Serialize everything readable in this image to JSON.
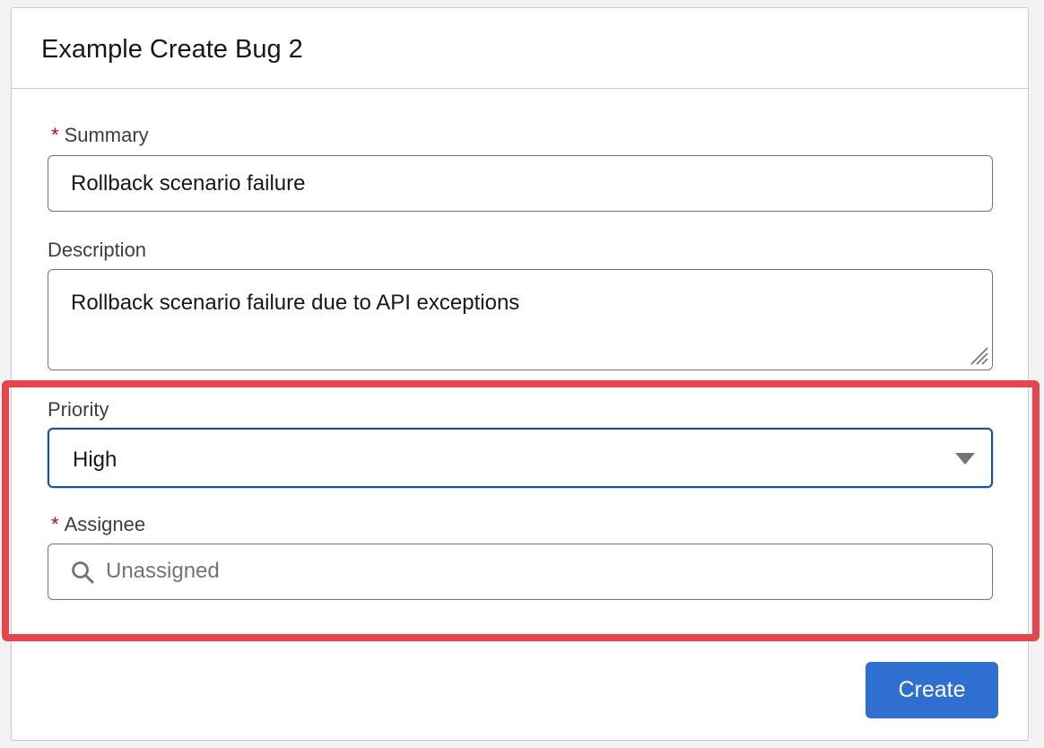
{
  "form": {
    "title": "Example Create Bug 2",
    "summary": {
      "label": "Summary",
      "required_mark": "*",
      "value": "Rollback scenario failure"
    },
    "description": {
      "label": "Description",
      "value": "Rollback scenario failure due to API exceptions"
    },
    "priority": {
      "label": "Priority",
      "selected": "High"
    },
    "assignee": {
      "label": "Assignee",
      "required_mark": "*",
      "placeholder": "Unassigned",
      "icon": "search-icon"
    },
    "create_label": "Create"
  },
  "colors": {
    "accent": "#2e6fcf",
    "focus_border": "#1b5297",
    "required": "#ba0517",
    "highlight": "#e5454c"
  }
}
